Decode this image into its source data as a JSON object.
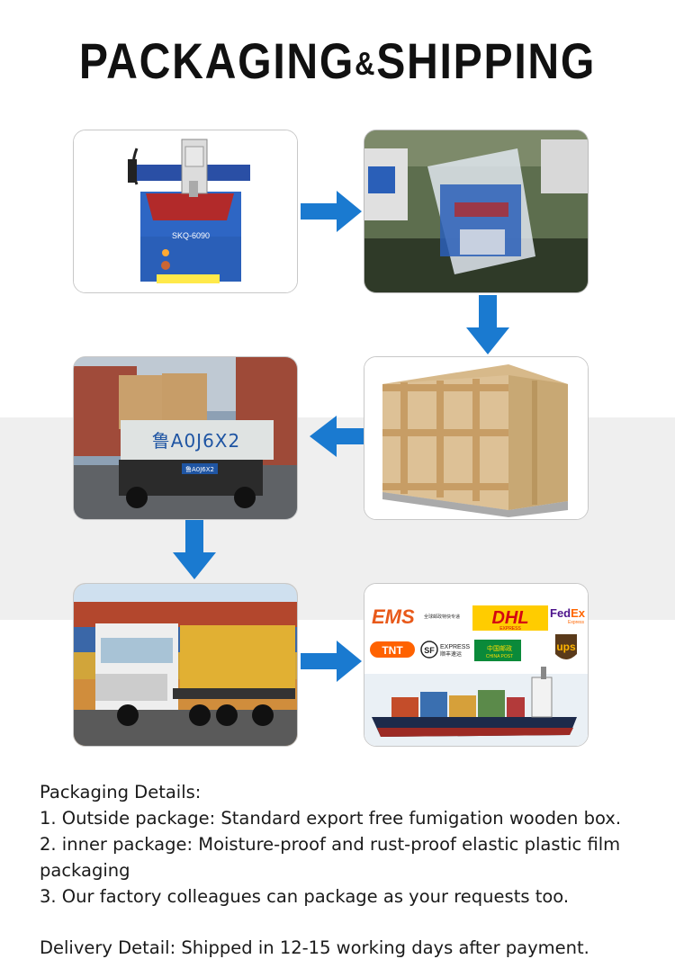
{
  "title": {
    "main": "PACKAGING",
    "amp": "&",
    "tail": "SHIPPING"
  },
  "photos": {
    "machine_label": "SKQ-6090",
    "truck_plate_big": "鲁A0J6X2",
    "truck_plate_small": "鲁A0J6X2",
    "logos": {
      "ems": "EMS",
      "ems_cn": "全球邮政特快专递",
      "dhl": "DHL",
      "dhl_sub": "EXPRESS",
      "fedex_fed": "Fed",
      "fedex_ex": "Ex",
      "fedex_sub": "Express",
      "tnt": "TNT",
      "sf": "SF",
      "sf_en": "EXPRESS",
      "sf_cn": "顺丰速运",
      "chinapost_cn": "中国邮政",
      "chinapost_en": "CHINA POST",
      "ups": "ups"
    }
  },
  "details": {
    "packaging_label": "Packaging Details",
    "packaging_colon": ":",
    "items": [
      "1. Outside package: Standard export free fumigation wooden box.",
      "2. inner package: Moisture-proof and rust-proof elastic plastic film packaging",
      "3. Our factory colleagues can package as your requests too."
    ],
    "delivery_label": "Delivery Detail",
    "delivery_text": ": Shipped in 12-15 working days after payment."
  },
  "colors": {
    "arrow": "#1a7ad0",
    "band": "#efefef"
  }
}
